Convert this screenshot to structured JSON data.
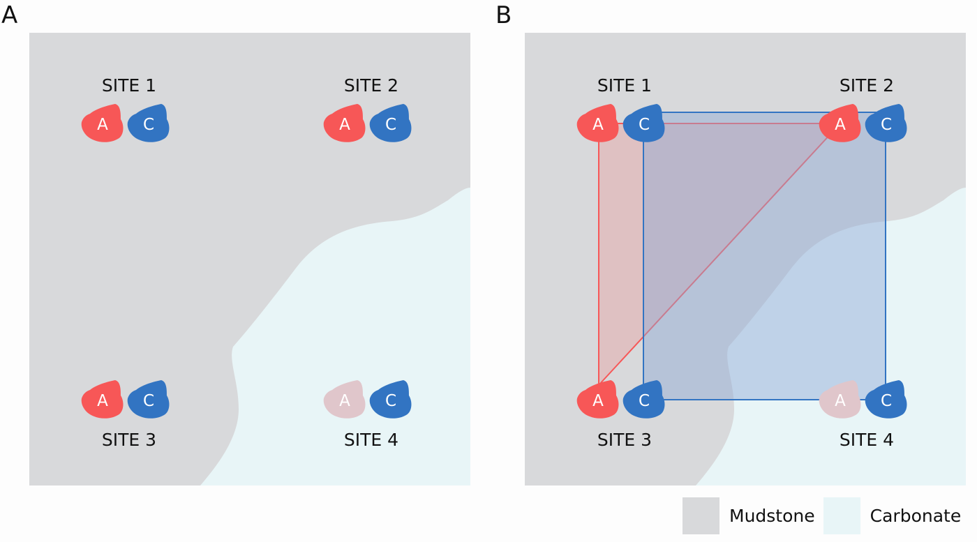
{
  "panels": [
    {
      "id": "A",
      "label": "A",
      "sites": [
        {
          "label": "SITE 1",
          "species": [
            {
              "letter": "A",
              "state": "present"
            },
            {
              "letter": "C",
              "state": "present"
            }
          ]
        },
        {
          "label": "SITE 2",
          "species": [
            {
              "letter": "A",
              "state": "present"
            },
            {
              "letter": "C",
              "state": "present"
            }
          ]
        },
        {
          "label": "SITE 3",
          "species": [
            {
              "letter": "A",
              "state": "present"
            },
            {
              "letter": "C",
              "state": "present"
            }
          ]
        },
        {
          "label": "SITE 4",
          "species": [
            {
              "letter": "A",
              "state": "absent"
            },
            {
              "letter": "C",
              "state": "present"
            }
          ]
        }
      ],
      "ranges": []
    },
    {
      "id": "B",
      "label": "B",
      "sites": [
        {
          "label": "SITE 1",
          "species": [
            {
              "letter": "A",
              "state": "present"
            },
            {
              "letter": "C",
              "state": "present"
            }
          ]
        },
        {
          "label": "SITE 2",
          "species": [
            {
              "letter": "A",
              "state": "present"
            },
            {
              "letter": "C",
              "state": "present"
            }
          ]
        },
        {
          "label": "SITE 3",
          "species": [
            {
              "letter": "A",
              "state": "present"
            },
            {
              "letter": "C",
              "state": "present"
            }
          ]
        },
        {
          "label": "SITE 4",
          "species": [
            {
              "letter": "A",
              "state": "absent"
            },
            {
              "letter": "C",
              "state": "present"
            }
          ]
        }
      ],
      "ranges": [
        {
          "species": "A",
          "sites": [
            "SITE 1",
            "SITE 2",
            "SITE 3"
          ],
          "shape": "triangle"
        },
        {
          "species": "C",
          "sites": [
            "SITE 1",
            "SITE 2",
            "SITE 3",
            "SITE 4"
          ],
          "shape": "rectangle"
        }
      ]
    }
  ],
  "legend": [
    {
      "label": "Mudstone",
      "color": "#d8d9db"
    },
    {
      "label": "Carbonate",
      "color": "#e8f5f7"
    }
  ],
  "colors": {
    "mudstone": "#d8d9db",
    "carbonate": "#e8f5f7",
    "species_A": "#f75757",
    "species_A_absent": "#e0c6cb",
    "species_C": "#3274c2",
    "range_A_fill": "#e8a3a3",
    "range_C_fill": "#8fa9d4"
  }
}
